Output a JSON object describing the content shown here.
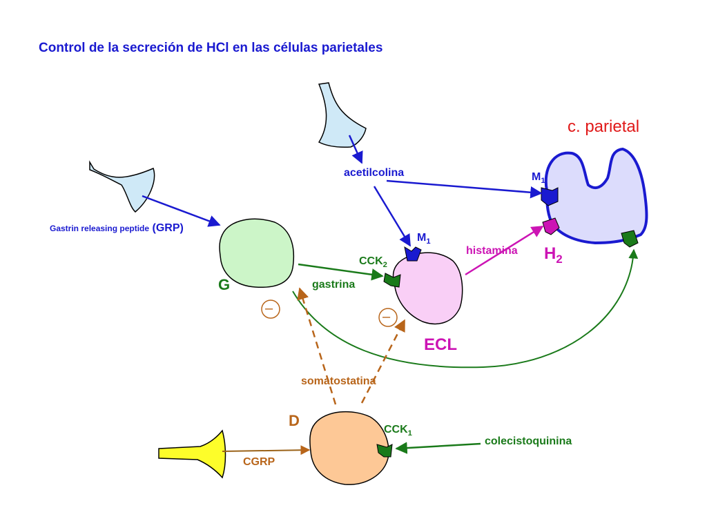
{
  "title": "Control de la secreción de HCl en las células parietales",
  "cells": {
    "parietal": "c. parietal",
    "g": "G",
    "ecl": "ECL",
    "d": "D"
  },
  "receptors": {
    "m1_parietal": {
      "base": "M",
      "sub": "1"
    },
    "m1_ecl": {
      "base": "M",
      "sub": "1"
    },
    "h2": {
      "base": "H",
      "sub": "2"
    },
    "cck2": {
      "base": "CCK",
      "sub": "2"
    },
    "cck1": {
      "base": "CCK",
      "sub": "1"
    }
  },
  "signals": {
    "acetilcolina": "acetilcolina",
    "histamina": "histamina",
    "gastrina": "gastrina",
    "somatostatina": "somatostatina",
    "cgrp": "CGRP",
    "colecistoquinina": "colecistoquinina",
    "grp_text": "Gastrin releasing peptide",
    "grp_abbr": "(GRP)"
  },
  "inhibition_symbol": "–",
  "colors": {
    "blue": "#1a1ad0",
    "green": "#1a7a1a",
    "orange": "#b8651a",
    "magenta": "#cc14b4",
    "red": "#e01818"
  }
}
